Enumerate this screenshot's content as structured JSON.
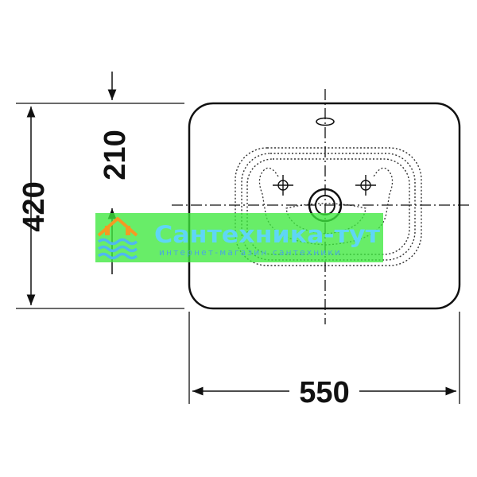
{
  "dimensions": {
    "width": "550",
    "depth": "420",
    "center_offset": "210"
  },
  "watermark": {
    "brand": "Сантехника-тут",
    "tagline": "интернет-магазин сантехники",
    "logo_icon": "house-waves-icon",
    "colors": {
      "band": "#3ee83e",
      "brand_text": "#5fd6f5",
      "tagline_text": "#4aa6e0",
      "logo_orange": "#f59a23",
      "logo_blue": "#4fb8ef"
    }
  },
  "colors": {
    "line": "#111111"
  }
}
